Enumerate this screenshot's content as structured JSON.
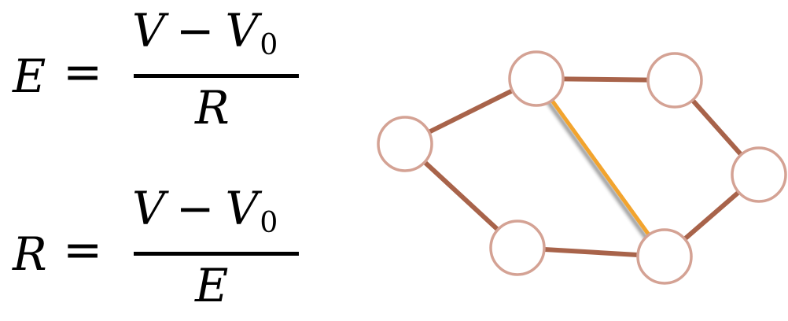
{
  "formulas": [
    {
      "lhs": "E",
      "equals": "=",
      "num_a": "V",
      "minus": "−",
      "num_b": "V",
      "num_sub": "0",
      "den": "R"
    },
    {
      "lhs": "R",
      "equals": "=",
      "num_a": "V",
      "minus": "−",
      "num_b": "V",
      "num_sub": "0",
      "den": "E"
    }
  ],
  "graph": {
    "node_fill": "#ffffff",
    "node_stroke": "#d4a294",
    "edge_color": "#a8634a",
    "highlight_edge_color": "#f2a42e"
  }
}
